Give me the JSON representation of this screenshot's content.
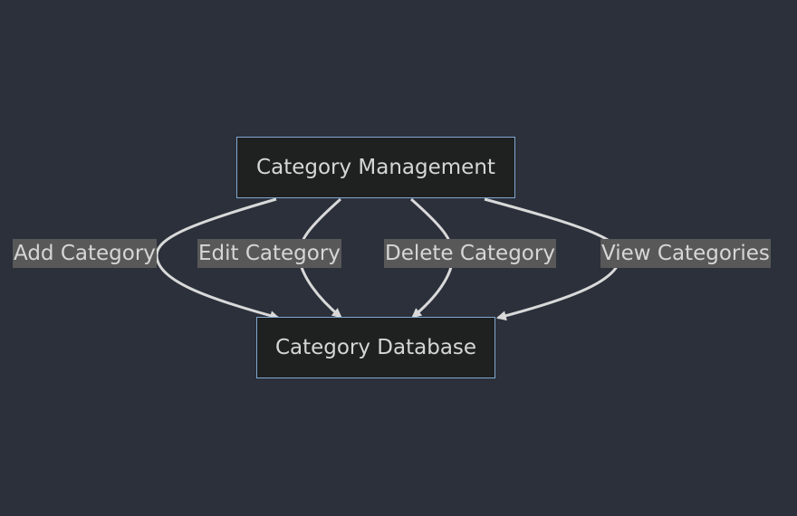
{
  "diagram": {
    "nodes": {
      "source": {
        "label": "Category Management"
      },
      "target": {
        "label": "Category Database"
      }
    },
    "edges": [
      {
        "from": "Category Management",
        "to": "Category Database",
        "label": "Add Category"
      },
      {
        "from": "Category Management",
        "to": "Category Database",
        "label": "Edit Category"
      },
      {
        "from": "Category Management",
        "to": "Category Database",
        "label": "Delete Category"
      },
      {
        "from": "Category Management",
        "to": "Category Database",
        "label": "View Categories"
      }
    ]
  },
  "colors": {
    "background": "#2b303b",
    "node_fill": "#1f2020",
    "node_border": "#81a8d2",
    "text": "#d6d6d6",
    "edge_stroke": "#d9d9d9",
    "label_background": "#585858"
  }
}
